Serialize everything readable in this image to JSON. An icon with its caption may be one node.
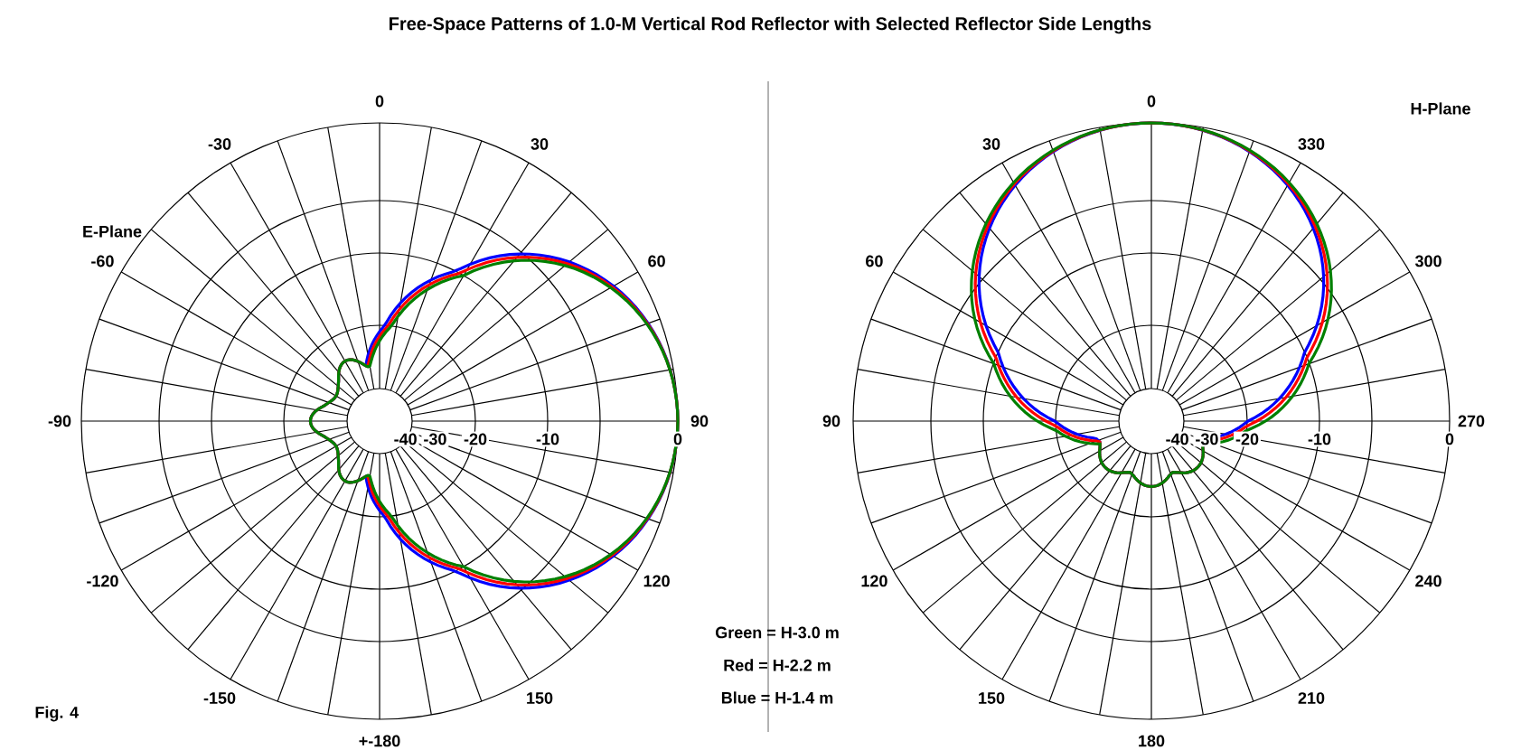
{
  "diagram": {
    "title": "Free-Space Patterns of 1.0-M Vertical Rod Reflector with Selected Reflector Side Lengths",
    "labels": [
      "E-Plane",
      "0",
      "-30",
      "30",
      "-60",
      "60",
      "-90",
      "-40",
      "-30",
      "-20",
      "-10",
      "0",
      "90",
      "-120",
      "120",
      "-150",
      "150",
      "+-180",
      "H-Plane",
      "0",
      "30",
      "330",
      "60",
      "300",
      "90",
      "-40",
      "-30",
      "-20",
      "-10",
      "0",
      "270",
      "120",
      "240",
      "150",
      "210",
      "180",
      "Green = H-3.0 m",
      "Red = H-2.2 m",
      "Blue = H-1.4 m",
      "Fig. 4"
    ]
  }
}
